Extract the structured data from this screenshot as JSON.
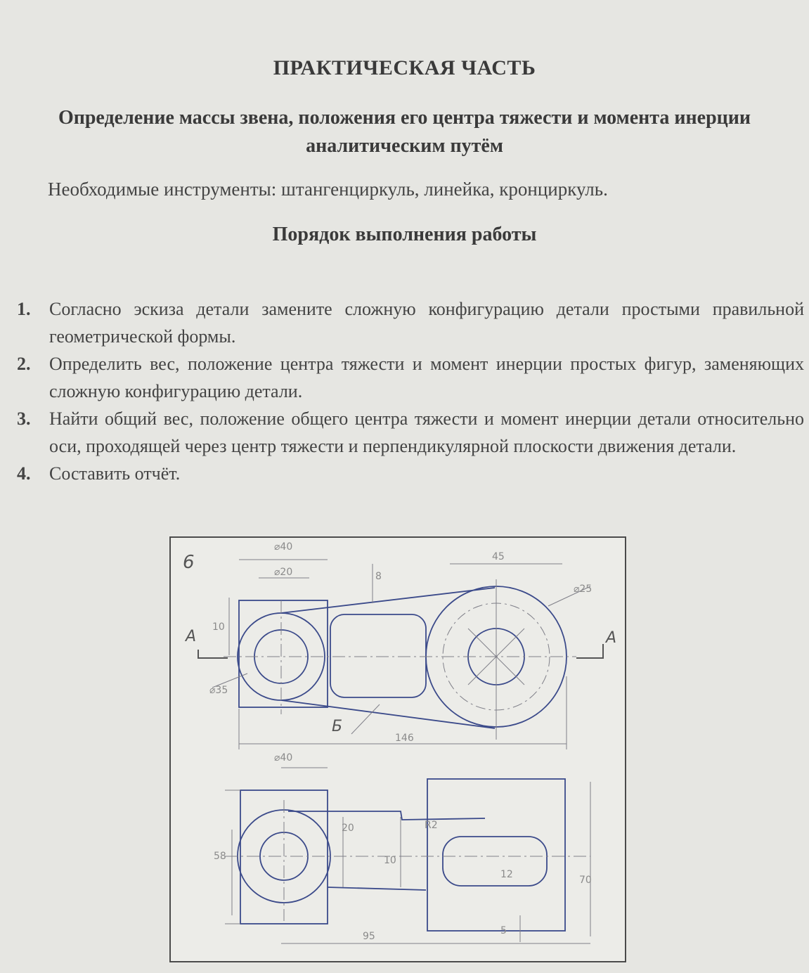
{
  "document": {
    "title": "ПРАКТИЧЕСКАЯ ЧАСТЬ",
    "subtitle": "Определение массы звена, положения его центра тяжести и момента инерции аналитическим путём",
    "tools": "Необходимые инструменты: штангенциркуль, линейка, кронциркуль.",
    "order_title": "Порядок выполнения работы",
    "steps": [
      {
        "num": "1.",
        "text": "Согласно эскиза детали замените сложную конфигурацию детали простыми правильной геометрической формы."
      },
      {
        "num": "2.",
        "text": "Определить вес, положение центра тяжести и момент инерции простых фигур, заменяющих сложную конфигурацию детали."
      },
      {
        "num": "3.",
        "text": "Найти общий вес, положение общего центра тяжести и момент инерции детали относительно оси, проходящей через центр тяжести и перпендикулярной плоскости движения детали."
      },
      {
        "num": "4.",
        "text": "Составить отчёт."
      }
    ]
  },
  "drawing": {
    "variant": "6",
    "labels": {
      "d40_top": "⌀40",
      "d20": "⌀20",
      "dim_45": "45",
      "dim_8": "8",
      "d25": "⌀25",
      "section_a_left": "A",
      "section_a_right": "A",
      "dim_10": "10",
      "d35": "⌀35",
      "section_b": "Б",
      "dim_146": "146",
      "d40_bottom": "⌀40",
      "dim_20": "20",
      "dim_58": "58",
      "dim_r2": "R2",
      "dim_10b": "10",
      "dim_12": "12",
      "dim_70": "70",
      "dim_95": "95",
      "dim_5": "5"
    },
    "colors": {
      "outline": "#3b4a8a",
      "thin": "#7f7f88",
      "frame": "#4a4a4a"
    }
  }
}
